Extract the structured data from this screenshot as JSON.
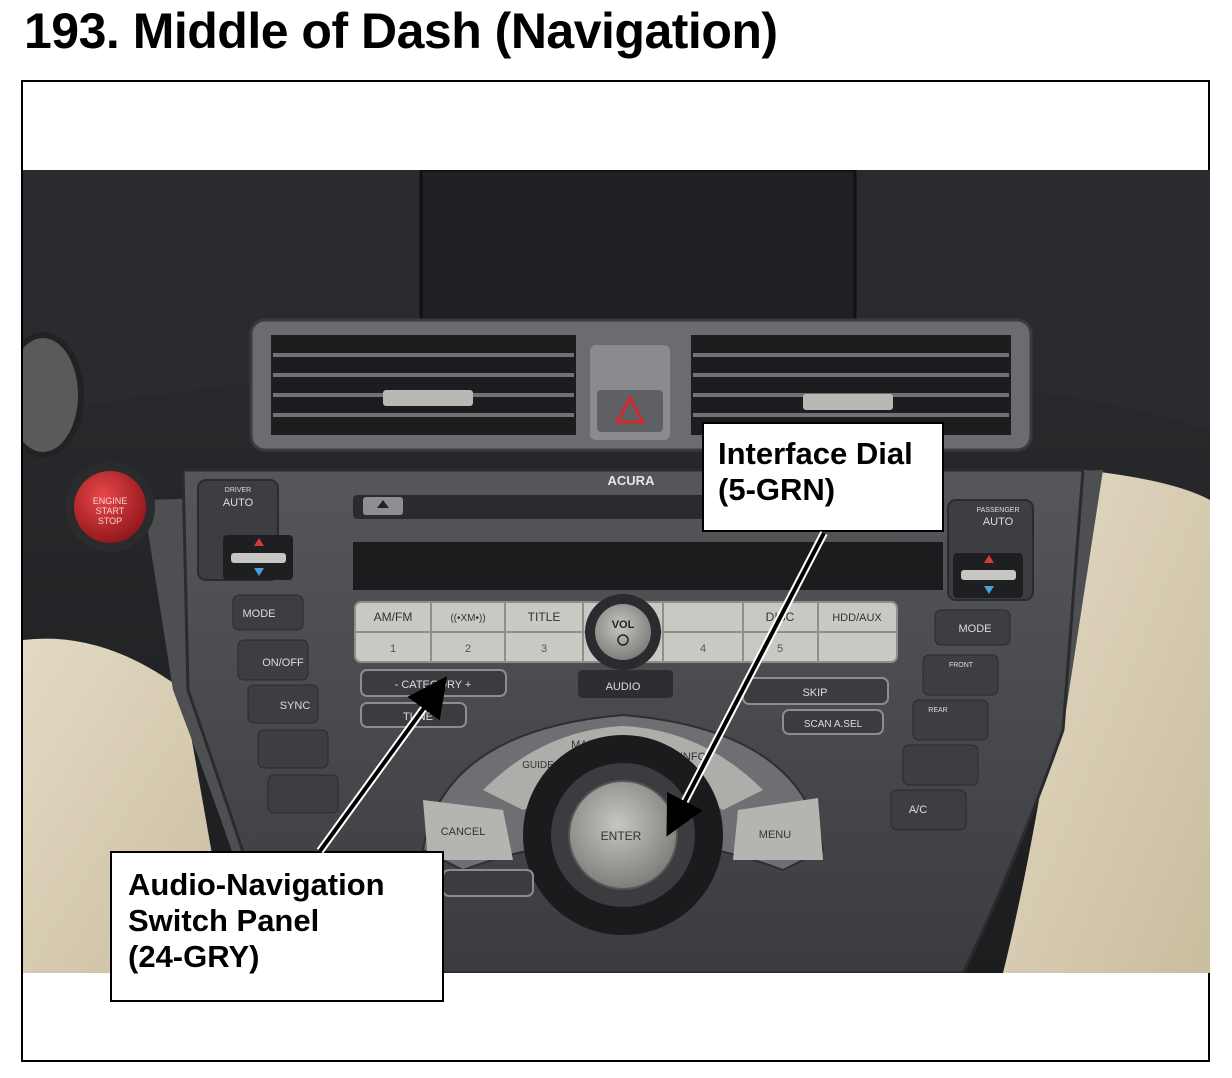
{
  "figure": {
    "title": "193.  Middle of Dash (Navigation)"
  },
  "callouts": {
    "interface_dial": {
      "line1": "Interface Dial",
      "line2": "(5-GRN)"
    },
    "switch_panel": {
      "line1": "Audio-Navigation",
      "line2": "Switch Panel",
      "line3": "(24-GRY)"
    }
  },
  "photo_labels": {
    "engine_start": "ENGINE",
    "engine_start2": "START",
    "engine_stop": "STOP",
    "driver_auto": "DRIVER",
    "driver_auto2": "AUTO",
    "passenger_auto": "PASSENGER",
    "passenger_auto2": "AUTO",
    "brand": "ACURA",
    "mode_left": "MODE",
    "mode_right": "MODE",
    "on_off": "ON/OFF",
    "sync": "SYNC",
    "am_fm": "AM/FM",
    "xm": "((•XM•))",
    "title_btn": "TITLE",
    "disc": "DISC",
    "hdd_aux": "HDD/AUX",
    "vol": "VOL",
    "preset1": "1",
    "preset2": "2",
    "preset3": "3",
    "preset4": "4",
    "preset5": "5",
    "category": "-  CATEGORY  +",
    "tune": "TUNE",
    "audio": "AUDIO",
    "skip": "SKIP",
    "scan": "SCAN  A.SEL",
    "map": "MAP",
    "guide": "GUIDE",
    "info": "INFO",
    "cancel": "CANCEL",
    "menu": "MENU",
    "enter": "ENTER",
    "front": "FRONT",
    "rear": "REAR",
    "ac": "A/C"
  },
  "colors": {
    "dash_dark": "#3a3b3d",
    "panel_gray": "#5a5c5f",
    "button_light": "#c9c8c3",
    "hazard_red": "#d4282b",
    "beige": "#d8cdb4",
    "screen": "#222326"
  }
}
